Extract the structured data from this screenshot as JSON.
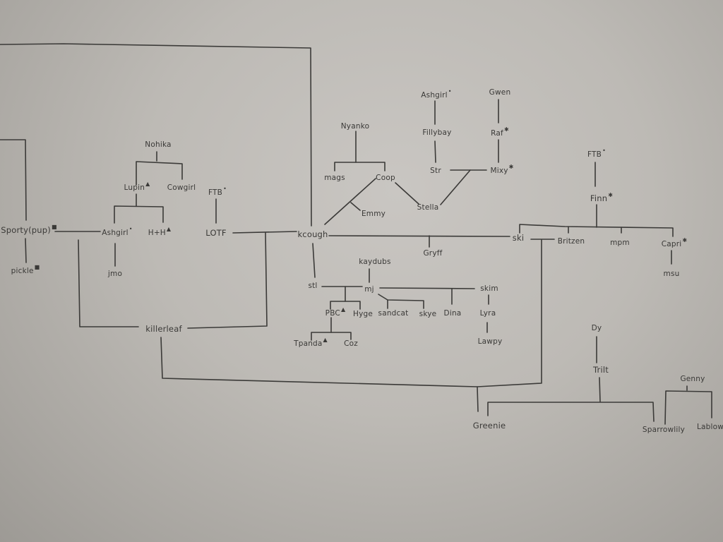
{
  "diagram": {
    "type": "family-tree",
    "legend_marks": {
      "triangle": "▲",
      "square": "■",
      "dot": "•",
      "star": "✱"
    },
    "nodes": [
      {
        "id": "sporty",
        "label": "Sporty(pup)",
        "mark": "■"
      },
      {
        "id": "pickle",
        "label": "pickle",
        "mark": "■"
      },
      {
        "id": "nohika",
        "label": "Nohika",
        "mark": ""
      },
      {
        "id": "lupin",
        "label": "Lupin",
        "mark": "▲"
      },
      {
        "id": "cowgirl",
        "label": "Cowgirl",
        "mark": ""
      },
      {
        "id": "ashgirl1",
        "label": "Ashgirl",
        "mark": "•"
      },
      {
        "id": "hh",
        "label": "H+H",
        "mark": "▲"
      },
      {
        "id": "jmo",
        "label": "jmo",
        "mark": ""
      },
      {
        "id": "ftb1",
        "label": "FTB",
        "mark": "•"
      },
      {
        "id": "lotf",
        "label": "LOTF",
        "mark": ""
      },
      {
        "id": "killerleaf",
        "label": "killerleaf",
        "mark": ""
      },
      {
        "id": "kcough",
        "label": "kcough",
        "mark": ""
      },
      {
        "id": "nyanko",
        "label": "Nyanko",
        "mark": ""
      },
      {
        "id": "mags",
        "label": "mags",
        "mark": ""
      },
      {
        "id": "coop",
        "label": "Coop",
        "mark": ""
      },
      {
        "id": "emmy",
        "label": "Emmy",
        "mark": ""
      },
      {
        "id": "stella",
        "label": "Stella",
        "mark": ""
      },
      {
        "id": "ashgirl2",
        "label": "Ashgirl",
        "mark": "•"
      },
      {
        "id": "fillybay",
        "label": "Fillybay",
        "mark": ""
      },
      {
        "id": "str",
        "label": "Str",
        "mark": ""
      },
      {
        "id": "gwen",
        "label": "Gwen",
        "mark": ""
      },
      {
        "id": "raf",
        "label": "Raf",
        "mark": "✱"
      },
      {
        "id": "mixy",
        "label": "Mixy",
        "mark": "✱"
      },
      {
        "id": "gryff",
        "label": "Gryff",
        "mark": ""
      },
      {
        "id": "kaydubs",
        "label": "kaydubs",
        "mark": ""
      },
      {
        "id": "stl",
        "label": "stl",
        "mark": ""
      },
      {
        "id": "mj",
        "label": "mj",
        "mark": ""
      },
      {
        "id": "pbc",
        "label": "PBC",
        "mark": "▲"
      },
      {
        "id": "hyge",
        "label": "Hyge",
        "mark": ""
      },
      {
        "id": "tpanda",
        "label": "Tpanda",
        "mark": "▲"
      },
      {
        "id": "coz",
        "label": "Coz",
        "mark": ""
      },
      {
        "id": "sandcat",
        "label": "sandcat",
        "mark": ""
      },
      {
        "id": "skye",
        "label": "skye",
        "mark": ""
      },
      {
        "id": "dina",
        "label": "Dina",
        "mark": ""
      },
      {
        "id": "skim",
        "label": "skim",
        "mark": ""
      },
      {
        "id": "lyra",
        "label": "Lyra",
        "mark": ""
      },
      {
        "id": "lawpy",
        "label": "Lawpy",
        "mark": ""
      },
      {
        "id": "ski",
        "label": "ski",
        "mark": ""
      },
      {
        "id": "ftb2",
        "label": "FTB",
        "mark": "•"
      },
      {
        "id": "finn",
        "label": "Finn",
        "mark": "✱"
      },
      {
        "id": "britzen",
        "label": "Britzen",
        "mark": ""
      },
      {
        "id": "mpm",
        "label": "mpm",
        "mark": ""
      },
      {
        "id": "capri",
        "label": "Capri",
        "mark": "✱"
      },
      {
        "id": "msu",
        "label": "msu",
        "mark": ""
      },
      {
        "id": "dy",
        "label": "Dy",
        "mark": ""
      },
      {
        "id": "trilt",
        "label": "Trilt",
        "mark": ""
      },
      {
        "id": "greenie",
        "label": "Greenie",
        "mark": ""
      },
      {
        "id": "sparrowlily",
        "label": "Sparrowlily",
        "mark": ""
      },
      {
        "id": "genny",
        "label": "Genny",
        "mark": ""
      },
      {
        "id": "lablow",
        "label": "Lablow",
        "mark": ""
      }
    ],
    "relations": [
      {
        "parent": "sporty",
        "children": [
          "pickle"
        ]
      },
      {
        "parent": "nohika",
        "children": [
          "lupin",
          "cowgirl"
        ]
      },
      {
        "parent": "lupin",
        "children": [
          "ashgirl1",
          "hh"
        ]
      },
      {
        "parent": "ashgirl1",
        "children": [
          "jmo"
        ]
      },
      {
        "pair": [
          "sporty",
          "ashgirl1"
        ],
        "children": [
          "killerleaf"
        ]
      },
      {
        "parent": "ftb1",
        "children": [
          "lotf"
        ]
      },
      {
        "pair": [
          "lotf",
          "kcough"
        ],
        "children": [
          "killerleaf"
        ]
      },
      {
        "parent": "nyanko",
        "children": [
          "mags",
          "coop"
        ]
      },
      {
        "pair": [
          "coop",
          "kcough"
        ],
        "children": [
          "emmy"
        ]
      },
      {
        "pair": [
          "coop",
          "stella"
        ],
        "children": []
      },
      {
        "parent": "ashgirl2",
        "children": [
          "fillybay"
        ]
      },
      {
        "parent": "fillybay",
        "children": [
          "str"
        ]
      },
      {
        "parent": "gwen",
        "children": [
          "raf"
        ]
      },
      {
        "parent": "raf",
        "children": [
          "mixy"
        ]
      },
      {
        "pair": [
          "str",
          "mixy"
        ],
        "children": [
          "stella"
        ]
      },
      {
        "pair": [
          "kcough",
          "ski"
        ],
        "children": [
          "gryff"
        ]
      },
      {
        "parent": "kcough",
        "children": [
          "stl"
        ]
      },
      {
        "parent": "kaydubs",
        "children": [
          "mj"
        ]
      },
      {
        "pair": [
          "stl",
          "mj"
        ],
        "children": [
          "pbc",
          "hyge"
        ]
      },
      {
        "parent": "pbc",
        "children": [
          "tpanda",
          "coz"
        ]
      },
      {
        "parent": "mj",
        "children": [
          "sandcat",
          "skye"
        ]
      },
      {
        "pair": [
          "mj",
          "skim"
        ],
        "children": [
          "dina"
        ]
      },
      {
        "parent": "skim",
        "children": [
          "lyra"
        ]
      },
      {
        "parent": "lyra",
        "children": [
          "lawpy"
        ]
      },
      {
        "parent": "ftb2",
        "children": [
          "finn"
        ]
      },
      {
        "parent": "finn",
        "children": [
          "ski",
          "britzen",
          "mpm",
          "capri"
        ]
      },
      {
        "parent": "capri",
        "children": [
          "msu"
        ]
      },
      {
        "pair": [
          "killerleaf",
          "ski"
        ],
        "children": [
          "greenie"
        ]
      },
      {
        "parent": "dy",
        "children": [
          "trilt"
        ]
      },
      {
        "parent": "trilt",
        "children": [
          "greenie",
          "sparrowlily"
        ]
      },
      {
        "parent": "genny",
        "children": [
          "sparrowlily",
          "lablow"
        ]
      }
    ]
  }
}
